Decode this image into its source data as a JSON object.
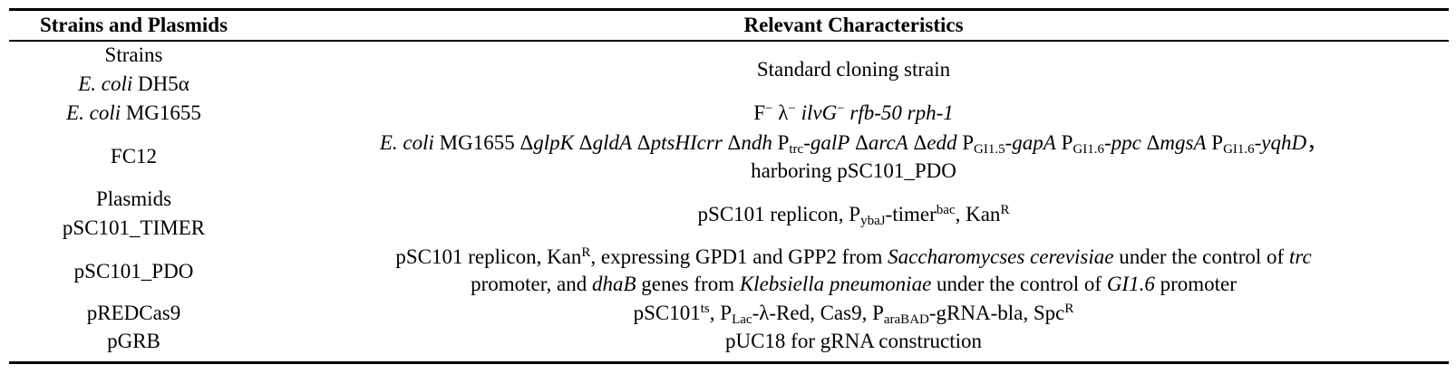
{
  "table": {
    "headers": {
      "col1": "Strains and Plasmids",
      "col2": "Relevant Characteristics"
    },
    "col1_entries": {
      "strains_heading": "Strains",
      "dh5a_species": "E. coli",
      "dh5a_name": " DH5α",
      "mg1655_species": "E. coli",
      "mg1655_name": " MG1655",
      "fc12": "FC12",
      "plasmids_heading": "Plasmids",
      "timer": "pSC101_TIMER",
      "pdo": "pSC101_PDO",
      "redcas9": "pREDCas9",
      "pgrb": "pGRB"
    },
    "col2_entries": {
      "dh5a": "Standard cloning strain",
      "mg1655": {
        "f": "F",
        "minus1": "−",
        "lambda": " λ",
        "minus2": "−",
        "ilvG": " ilvG",
        "minus3": "−",
        "rest": " rfb-50 rph-1"
      },
      "fc12": {
        "species": "E. coli",
        "t1": " MG1655 Δ",
        "glpK": "glpK",
        "t2": " Δ",
        "gldA": "gldA",
        "t3": " Δ",
        "ptsHIcrr": "ptsHIcrr",
        "t4": " Δ",
        "ndh": "ndh",
        "t5": " P",
        "sub_trc": "trc",
        "galP": "-galP",
        "t6": " Δ",
        "arcA": "arcA",
        "t7": " Δ",
        "edd": "edd",
        "t8": " P",
        "sub_gi15": "GI1.5",
        "gapA": "-gapA",
        "t9": " P",
        "sub_gi16a": "GI1.6",
        "ppc": "-ppc",
        "t10": " Δ",
        "mgsA": "mgsA",
        "t11": " P",
        "sub_gi16b": "GI1.6",
        "yqhD": "-yqhD",
        "t12": "，",
        "line2": "harboring pSC101_PDO"
      },
      "timer": {
        "t1": "pSC101 replicon, P",
        "sub_ybaJ": "ybaJ",
        "t2": "-timer",
        "sup_bac": "bac",
        "t3": ", Kan",
        "sup_R": "R"
      },
      "pdo": {
        "t1": "pSC101 replicon, Kan",
        "sup_R": "R",
        "t2": ", expressing GPD1 and GPP2 from ",
        "species": "Saccharomycses cerevisiae",
        "t3": " under the control of ",
        "trc": "trc",
        "t4": "promoter, and ",
        "dhaB": "dhaB",
        "t5": " genes from ",
        "kleb": "Klebsiella pneumoniae",
        "t6": " under the control of ",
        "gi16": "GI1.6",
        "t7": " promoter"
      },
      "redcas9": {
        "t1": "pSC101",
        "sup_ts": "ts",
        "t2": ", P",
        "sub_lac": "Lac",
        "t3": "-λ-Red, Cas9, P",
        "sub_arabad": "araBAD",
        "t4": "-gRNA-bla, Spc",
        "sup_R": "R"
      },
      "pgrb": "pUC18 for gRNA construction"
    }
  }
}
